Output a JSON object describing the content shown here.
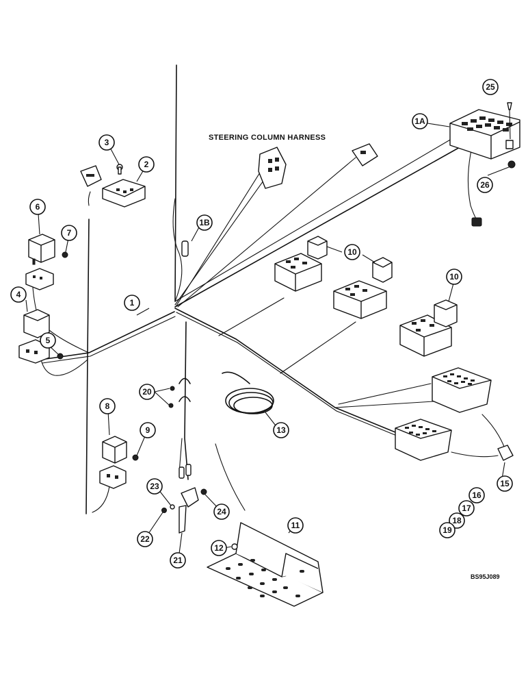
{
  "diagram": {
    "harness_label": "STEERING COLUMN HARNESS",
    "reference_code": "BS95J089",
    "callouts": [
      {
        "id": "c1",
        "label": "1"
      },
      {
        "id": "c1a",
        "label": "1A"
      },
      {
        "id": "c1b",
        "label": "1B"
      },
      {
        "id": "c2",
        "label": "2"
      },
      {
        "id": "c3",
        "label": "3"
      },
      {
        "id": "c4",
        "label": "4"
      },
      {
        "id": "c5",
        "label": "5"
      },
      {
        "id": "c6",
        "label": "6"
      },
      {
        "id": "c7",
        "label": "7"
      },
      {
        "id": "c8",
        "label": "8"
      },
      {
        "id": "c9",
        "label": "9"
      },
      {
        "id": "c10a",
        "label": "10"
      },
      {
        "id": "c10b",
        "label": "10"
      },
      {
        "id": "c11",
        "label": "11"
      },
      {
        "id": "c12",
        "label": "12"
      },
      {
        "id": "c13",
        "label": "13"
      },
      {
        "id": "c15",
        "label": "15"
      },
      {
        "id": "c16",
        "label": "16"
      },
      {
        "id": "c17",
        "label": "17"
      },
      {
        "id": "c18",
        "label": "18"
      },
      {
        "id": "c19",
        "label": "19"
      },
      {
        "id": "c20",
        "label": "20"
      },
      {
        "id": "c21",
        "label": "21"
      },
      {
        "id": "c22",
        "label": "22"
      },
      {
        "id": "c23",
        "label": "23"
      },
      {
        "id": "c24",
        "label": "24"
      },
      {
        "id": "c25",
        "label": "25"
      },
      {
        "id": "c26",
        "label": "26"
      }
    ]
  }
}
